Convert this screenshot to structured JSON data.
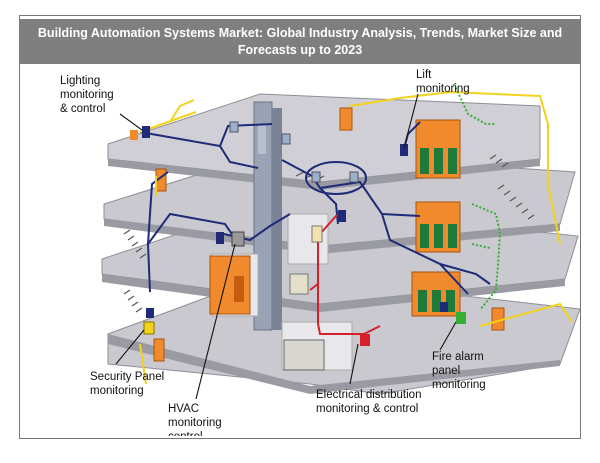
{
  "title": "Building Automation Systems Market: Global Industry Analysis, Trends, Market Size and Forecasts up to 2023",
  "labels": {
    "lighting": [
      "Lighting",
      "monitoring",
      "& control"
    ],
    "lift": [
      "Lift",
      "monitoring"
    ],
    "security": [
      "Security Panel",
      "monitoring"
    ],
    "hvac": [
      "HVAC",
      "monitoring",
      "control"
    ],
    "electrical": [
      "Electrical distribution",
      "monitoring & control"
    ],
    "fire": [
      "Fire alarm",
      "panel",
      "monitoring"
    ]
  },
  "colors": {
    "title_bg": "#7f7f7f",
    "floor": "#c9c9cf",
    "floor_edge": "#8e8e96",
    "wall": "#e8e8ec",
    "network_cable": "#1f2a78",
    "power_cable": "#d4202a",
    "yellow_cable": "#f2d21b",
    "green_cable": "#36b034",
    "orange": "#f08a2c",
    "lift_door": "#1f7a3a"
  }
}
